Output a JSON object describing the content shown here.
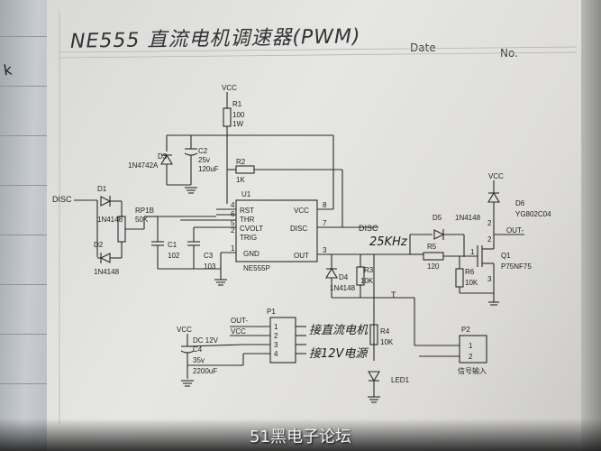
{
  "title": "NE555 直流电机调速器(PWM)",
  "header": {
    "date_label": "Date",
    "no_label": "No."
  },
  "margin_letter": "k",
  "watermark": "51黑电子论坛",
  "colors": {
    "paper": "#e3e3e1",
    "ink": "#2a2a2a",
    "background": "#2b2b2b"
  },
  "labels": {
    "vcc": "VCC",
    "r1": "R1",
    "r1_val": "100",
    "r1_pow": "1W",
    "d3": "D3",
    "d3_val": "1N4742A",
    "c2": "C2",
    "c2_v": "25v",
    "c2_val": "120uF",
    "r2": "R2",
    "r2_val": "1K",
    "u1": "U1",
    "u1_part": "NE555P",
    "pin_rst": "RST",
    "pin_thr": "THR",
    "pin_cvolt": "CVOLT",
    "pin_trig": "TRIG",
    "pin_gnd": "GND",
    "pin_vcc": "VCC",
    "pin_disc": "DISC",
    "pin_out": "OUT",
    "n4": "4",
    "n6": "6",
    "n5": "5",
    "n2": "2",
    "n1": "1",
    "n8": "8",
    "n7": "7",
    "n3": "3",
    "disc_left": "DISC",
    "disc_right": "DISC",
    "d1": "D1",
    "d1_val": "1N4148",
    "d2": "D2",
    "d2_val": "1N4148",
    "rp1b": "RP1B",
    "rp1b_val": "50K",
    "c1": "C1",
    "c1_val": "102",
    "c3": "C3",
    "c3_val": "103",
    "d4": "D4",
    "d4_val": "1N4148",
    "r3": "R3",
    "r3_val": "10K",
    "d5": "D5",
    "d5_val": "1N4148",
    "r5": "R5",
    "r5_val": "120",
    "r6": "R6",
    "r6_val": "10K",
    "q1": "Q1",
    "q1_val": "P75NF75",
    "d6": "D6",
    "d6_val": "YG802C04",
    "out_minus_right": "OUT-",
    "t_label": "T",
    "freq_note": "25KHz",
    "p1": "P1",
    "p1_out_minus": "OUT-",
    "p1_vcc": "VCC",
    "p1_pins": [
      "1",
      "2",
      "3",
      "4"
    ],
    "note_motor": "接直流电机",
    "note_power": "接12V电源",
    "c4": "C4",
    "c4_dc": "DC 12V",
    "c4_v": "35v",
    "c4_val": "2200uF",
    "r4": "R4",
    "r4_val": "10K",
    "led1": "LED1",
    "p2": "P2",
    "p2_pins": [
      "1",
      "2"
    ],
    "p2_note": "信号输入",
    "n_q1_2": "2",
    "n_q1_1": "1",
    "n_q1_3": "3",
    "n_d6_2": "2"
  }
}
